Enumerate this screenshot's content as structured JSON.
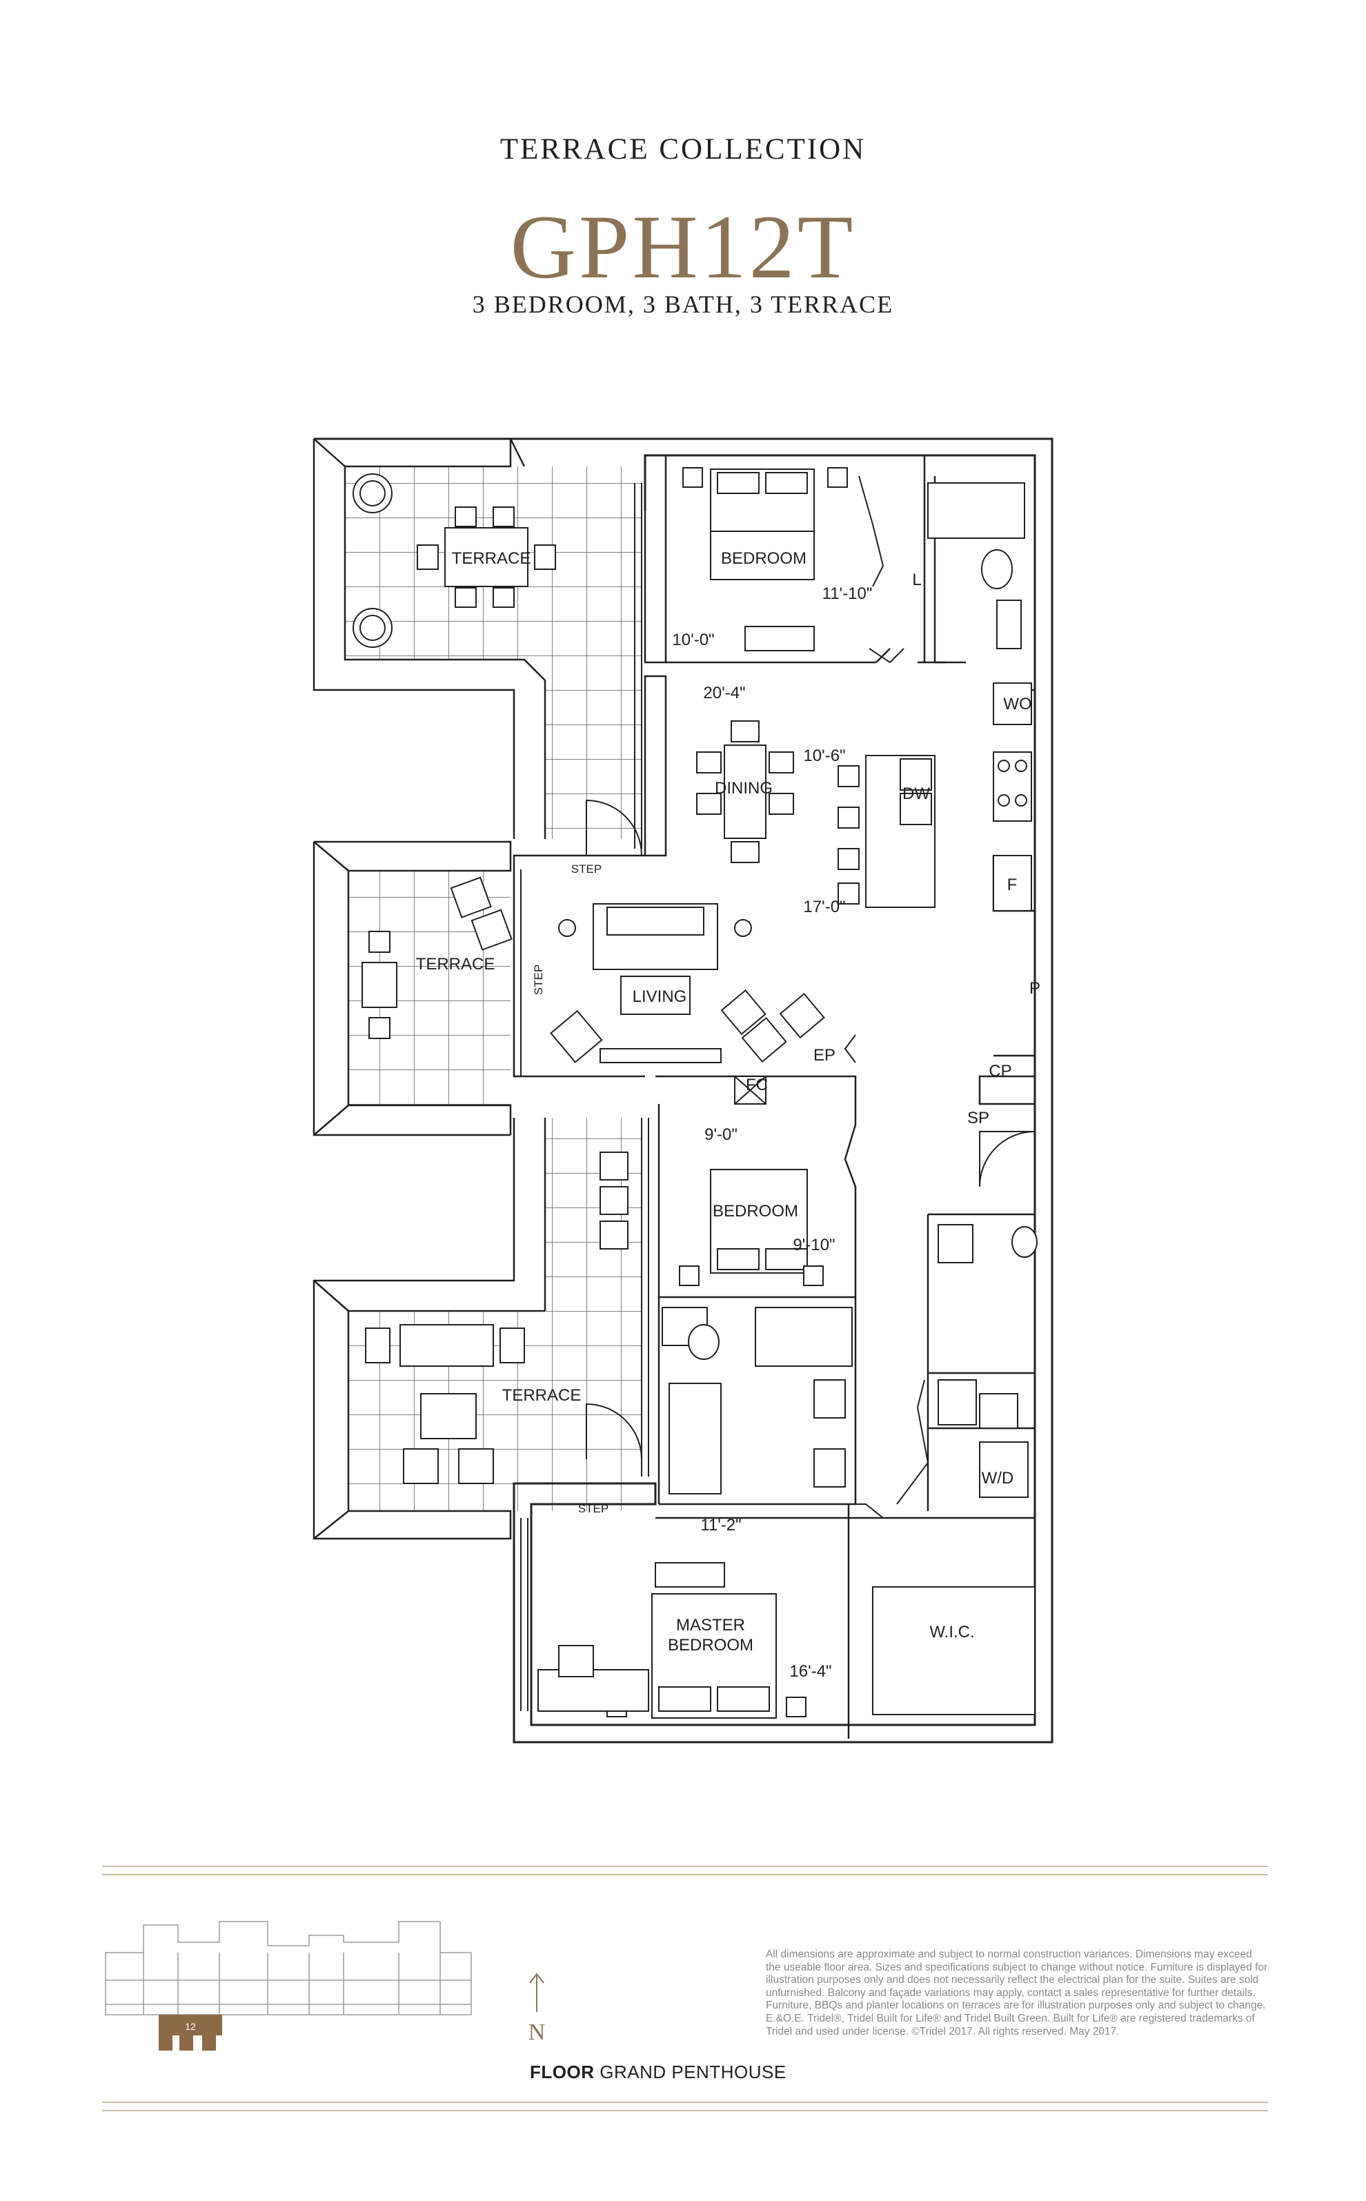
{
  "header": {
    "collection": "TERRACE COLLECTION",
    "suite": "GPH12T",
    "subtitle": "3 BEDROOM, 3 BATH, 3 TERRACE"
  },
  "rooms": {
    "terrace_top": "TERRACE",
    "terrace_mid": "TERRACE",
    "terrace_bottom": "TERRACE",
    "bedroom_top": "BEDROOM",
    "bedroom_top_dim_a": "11'-10\"",
    "bedroom_top_dim_b": "10'-0\"",
    "dining": "DINING",
    "dining_dim_a": "20'-4\"",
    "dining_dim_b": "10'-6\"",
    "dining_dim_c": "17'-0\"",
    "living": "LIVING",
    "bedroom_mid": "BEDROOM",
    "bedroom_mid_dim_a": "9'-0\"",
    "bedroom_mid_dim_b": "9'-10\"",
    "master_line1": "MASTER",
    "master_line2": "BEDROOM",
    "master_dim_a": "11'-2\"",
    "master_dim_b": "16'-4\"",
    "wic": "W.I.C."
  },
  "fixtures": {
    "linen": "L",
    "wo": "WO",
    "dw": "DW",
    "fridge": "F",
    "pantry": "P",
    "cp": "CP",
    "sp": "SP",
    "ep": "EP",
    "fc": "FC",
    "wd": "W/D",
    "step_top": "STEP",
    "step_side": "STEP",
    "step_bottom": "STEP"
  },
  "footer": {
    "keyplan_unit": "12",
    "north": "N",
    "floor_label": "FLOOR",
    "floor_name": "GRAND PENTHOUSE",
    "disclaimer": "All dimensions are approximate and subject to normal construction variances. Dimensions may exceed the useable floor area. Sizes and specifications subject to change without notice. Furniture is displayed for illustration purposes only and does not necessarily reflect the electrical plan for the suite. Suites are sold unfurnished. Balcony and façade variations may apply, contact a sales representative for further details. Furniture, BBQs and planter locations on terraces are for illustration purposes only and subject to change. E.&O.E. Tridel®, Tridel Built for Life® and Tridel Built Green. Built for Life® are registered trademarks of Tridel and used under license. ©Tridel 2017. All rights reserved. May 2017."
  },
  "colors": {
    "brand_bronze": "#8c7355",
    "line": "#231f20",
    "rule": "#c8bfa8",
    "keyplan_unit": "#8c6a47"
  }
}
